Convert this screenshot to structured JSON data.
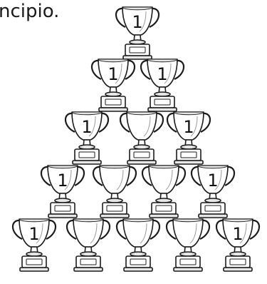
{
  "caption": "ncipio.",
  "cup_icon": "trophy-cup-icon",
  "colors": {
    "ink": "#1b1b1b",
    "cup_fill": "#ffffff",
    "cup_shade": "#e6e6e6"
  },
  "rows": [
    {
      "cups": [
        {
          "label": "1"
        }
      ]
    },
    {
      "cups": [
        {
          "label": "1"
        },
        {
          "label": "1"
        }
      ]
    },
    {
      "cups": [
        {
          "label": "1"
        },
        {
          "label": ""
        },
        {
          "label": "1"
        }
      ]
    },
    {
      "cups": [
        {
          "label": "1"
        },
        {
          "label": ""
        },
        {
          "label": ""
        },
        {
          "label": "1"
        }
      ]
    },
    {
      "cups": [
        {
          "label": "1"
        },
        {
          "label": ""
        },
        {
          "label": ""
        },
        {
          "label": ""
        },
        {
          "label": "1"
        }
      ]
    }
  ]
}
